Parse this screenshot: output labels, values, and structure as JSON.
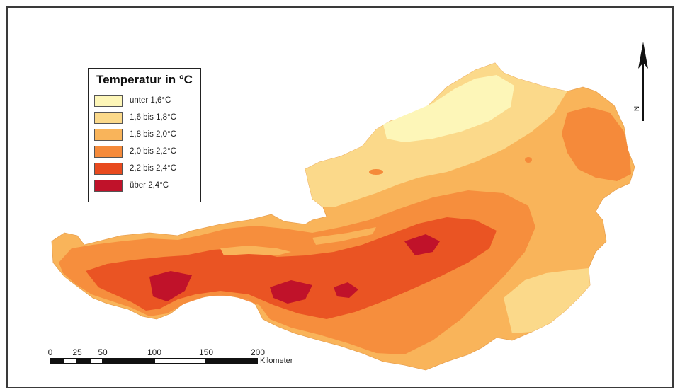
{
  "legend": {
    "title": "Temperatur in °C",
    "items": [
      {
        "label": "unter 1,6°C",
        "color": "#fdf6b8"
      },
      {
        "label": "1,6 bis 1,8°C",
        "color": "#fbd98a"
      },
      {
        "label": "1,8 bis 2,0°C",
        "color": "#f9b45a"
      },
      {
        "label": "2,0 bis 2,2°C",
        "color": "#f58a3a"
      },
      {
        "label": "2,2 bis 2,4°C",
        "color": "#e84a1e"
      },
      {
        "label": "über 2,4°C",
        "color": "#c0122a"
      }
    ]
  },
  "scale": {
    "ticks": [
      "0",
      "25",
      "50",
      "100",
      "150",
      "200"
    ],
    "unit": "Kilometer"
  },
  "north": {
    "label": "N"
  }
}
